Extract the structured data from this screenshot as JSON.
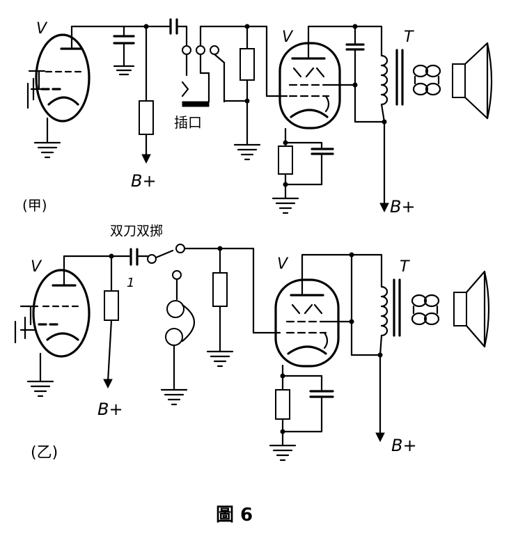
{
  "labels": {
    "v": "V",
    "t": "T",
    "bplus": "B+",
    "jack": "插口",
    "switch": "双刀双掷",
    "one": "1",
    "panel_a": "(甲)",
    "panel_b": "(乙)",
    "caption": "圖 6"
  }
}
